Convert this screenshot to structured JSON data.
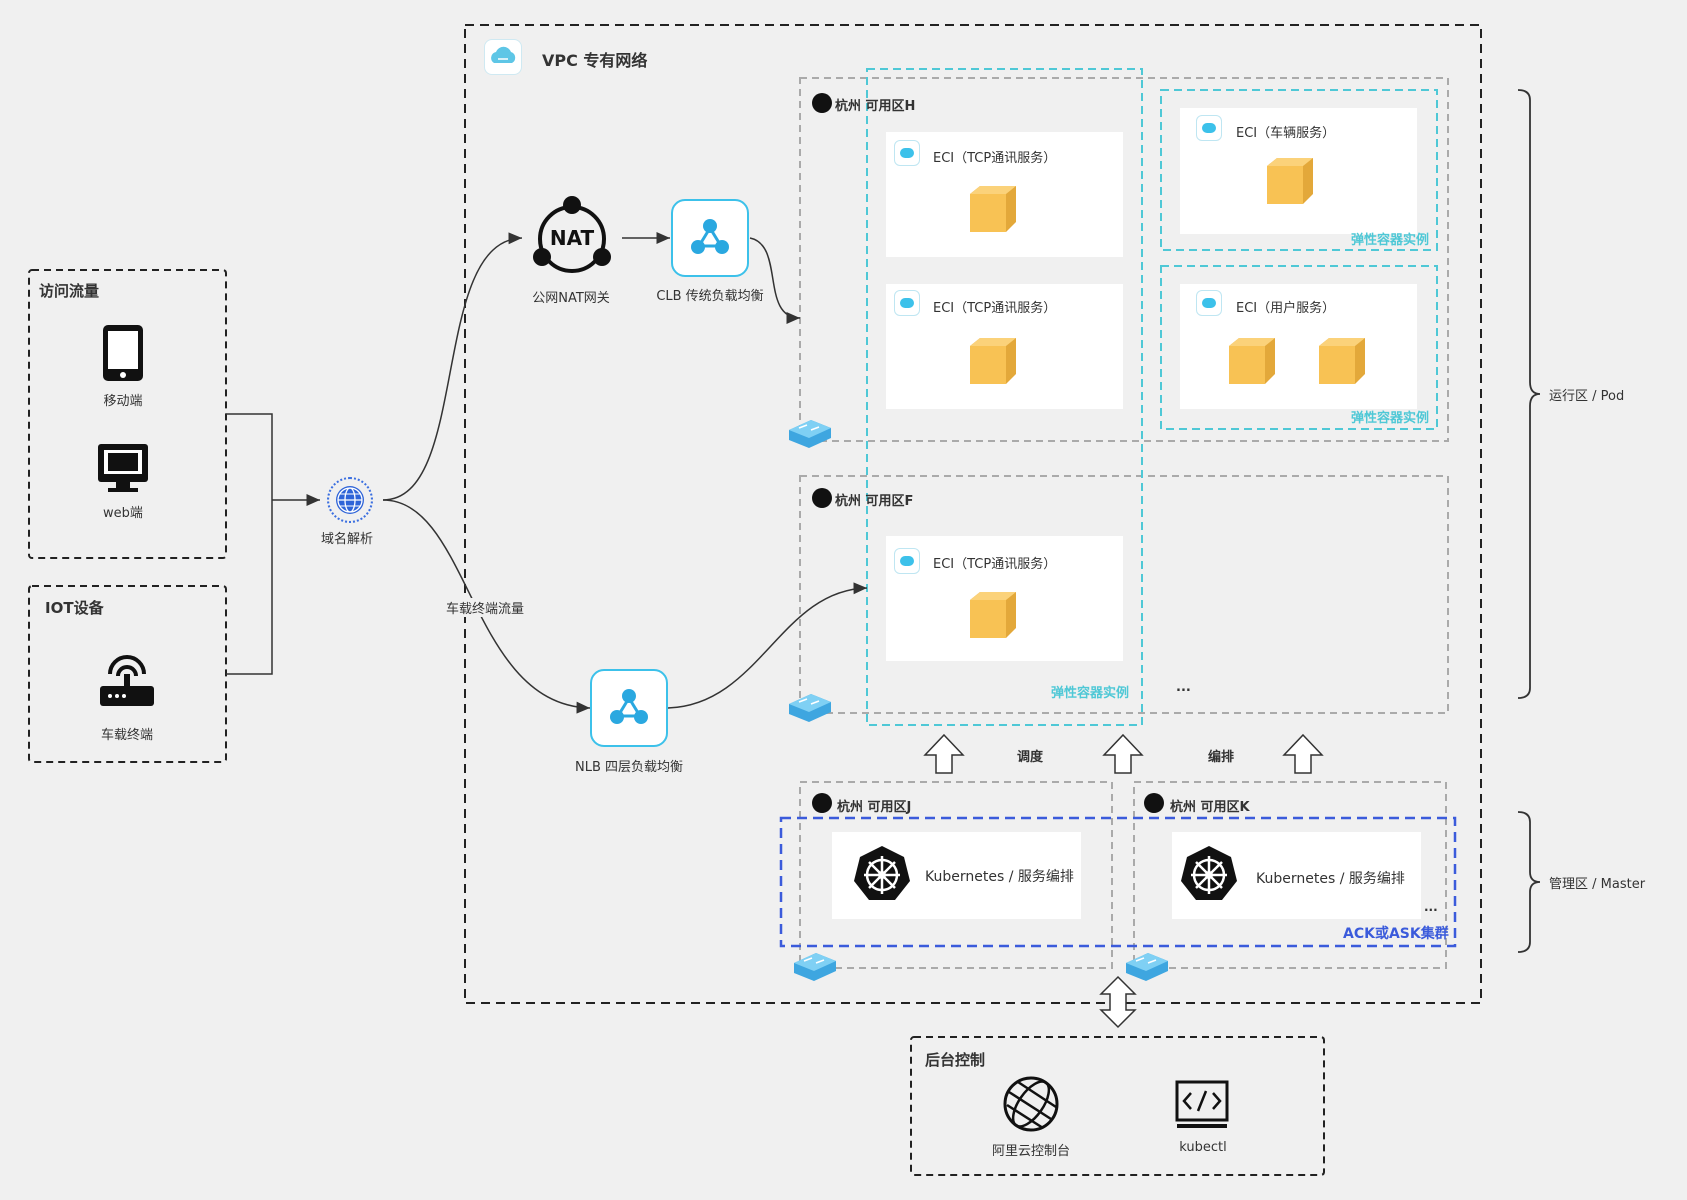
{
  "access": {
    "title": "访问流量",
    "mobile": "移动端",
    "web": "web端"
  },
  "iot": {
    "title": "IOT设备",
    "vehicle": "车载终端"
  },
  "dns": {
    "label": "域名解析"
  },
  "vehicle_flow": "车载终端流量",
  "vpc": {
    "title": "VPC 专有网络"
  },
  "nat": {
    "icon_text": "NAT",
    "label": "公网NAT网关"
  },
  "clb": {
    "label": "CLB 传统负载均衡"
  },
  "nlb": {
    "label": "NLB 四层负载均衡"
  },
  "zones": {
    "h": "杭州 可用区H",
    "f": "杭州 可用区F",
    "j": "杭州 可用区J",
    "k": "杭州 可用区K"
  },
  "eci": {
    "tcp1": "ECI（TCP通讯服务）",
    "tcp2": "ECI（TCP通讯服务）",
    "tcp3": "ECI（TCP通讯服务）",
    "vehicle": "ECI（车辆服务）",
    "user": "ECI（用户服务）"
  },
  "eci_group_label": "弹性容器实例",
  "ellipsis": "...",
  "schedule": "调度",
  "orchestrate": "编排",
  "k8s": {
    "j": "Kubernetes / 服务编排",
    "k": "Kubernetes / 服务编排"
  },
  "ack_label": "ACK或ASK集群",
  "runtime_zone": "运行区 / Pod",
  "mgmt_zone": "管理区 / Master",
  "backend": {
    "title": "后台控制",
    "console": "阿里云控制台",
    "kubectl": "kubectl"
  },
  "colors": {
    "teal": "#4fc8d6",
    "blue": "#3b5bdb",
    "cube": "#f8c254",
    "cube_dark": "#e3a83a",
    "switch": "#3ea6e0"
  }
}
